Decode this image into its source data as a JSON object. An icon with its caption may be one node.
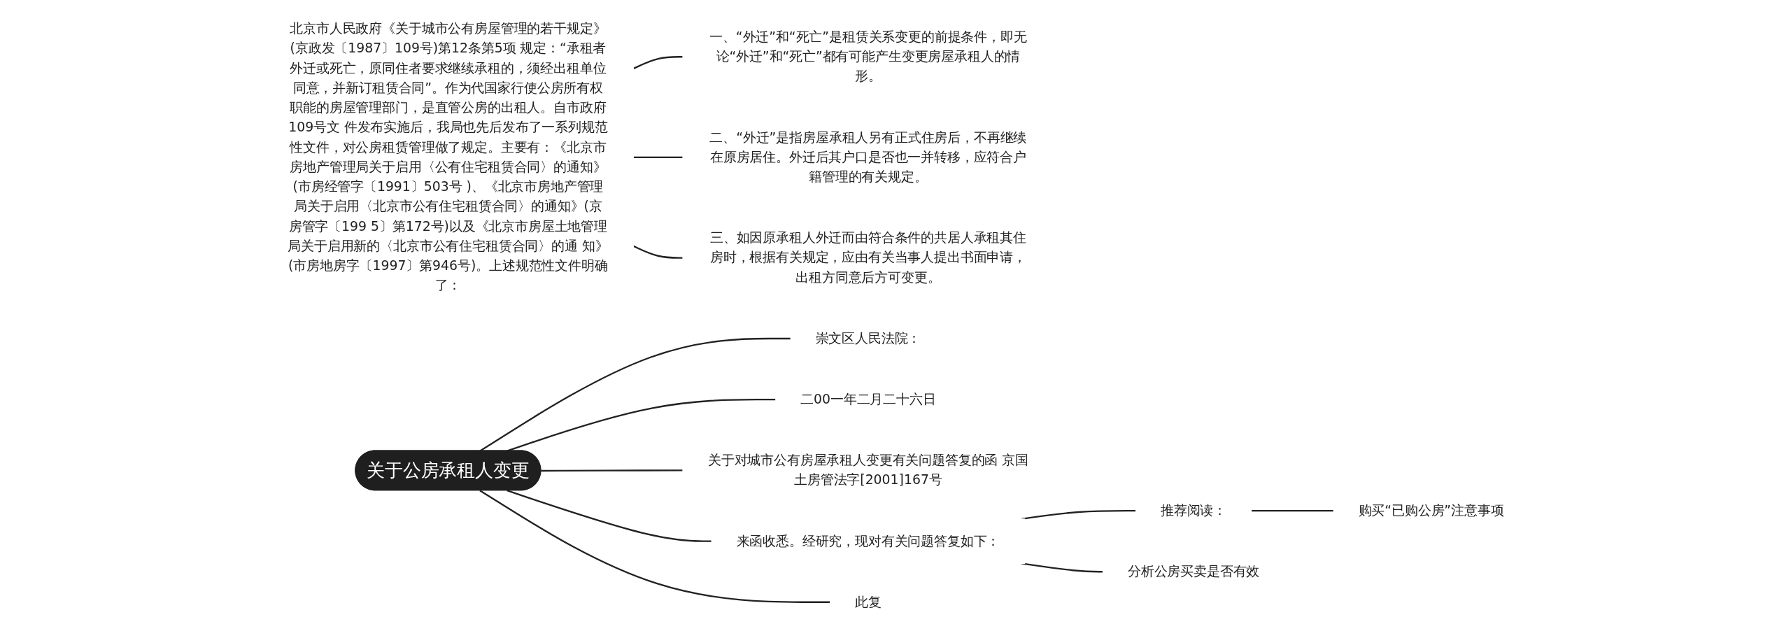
{
  "diagram": {
    "nodes": [
      {
        "text": [
          "关于公房承租人变更"
        ]
      },
      {
        "text": [
          "崇文区人民法院："
        ]
      },
      {
        "text": [
          "北京市人民政府《关于城市公有房屋管理的若干规定》(京政发〔1987〕109号)第12条第5项 规定：“承租者外迁或死亡，原同住者要求继续承租的，须经出租单位同意，并新订租赁合同”。作为代国家行使公房所有权职能的房屋管理部门，是直管公房的出租人。自市政府109号文 件发布实施后，我局也先后发布了一系列规范性文件，对公房租赁管理做了规定。主要有：《北京市房地产管理局关于启用〈公有住宅租赁合同〉的通知》(市房经管字〔1991〕503号 )、《北京市房地产管理局关于启用〈北京市公有住宅租赁合同〉的通知》(京房管字〔199 5〕第172号)以及《北京市房屋土地管理局关于启用新的〈北京市公有住宅租赁合同〉的通 知》(市房地房字〔1997〕第946号)。上述规范性文件明确了："
        ]
      },
      {
        "text": [
          "一、“外迁”和“死亡”是租赁关系变更的前提条件，即无论“外迁”和“死亡”都有可能产生变更房屋承租人的情形。"
        ]
      },
      {
        "text": [
          "二、“外迁”是指房屋承租人另有正式住房后，不再继续在原房居住。外迁后其户口是否也一并转移，应符合户籍管理的有关规定。"
        ]
      },
      {
        "text": [
          "三、如因原承租人外迁而由符合条件的共居人承租其住房时，根据有关规定，应由有关当事人提出书面申请，出租方同意后方可变更。"
        ]
      },
      {
        "text": [
          "二00一年二月二十六日"
        ]
      },
      {
        "text": [
          "关于对城市公有房屋承租人变更有关问题答复的函 京国土房管法字[2001]167号"
        ]
      },
      {
        "text": [
          "来函收悉。经研究，现对有关问题答复如下："
        ]
      },
      {
        "text": [
          "推荐阅读："
        ]
      },
      {
        "text": [
          "购买“已购公房”注意事项"
        ]
      },
      {
        "text": [
          "分析公房买卖是否有效"
        ]
      },
      {
        "text": [
          "此复"
        ]
      }
    ],
    "edges": [
      {
        "from": 0,
        "to": 1,
        "arrow": "none"
      },
      {
        "from": 0,
        "to": 6,
        "arrow": "none"
      },
      {
        "from": 2,
        "to": 3,
        "arrow": "none"
      },
      {
        "from": 2,
        "to": 4,
        "arrow": "none"
      },
      {
        "from": 2,
        "to": 5,
        "arrow": "none"
      },
      {
        "from": 0,
        "to": 7,
        "arrow": "none"
      },
      {
        "from": 0,
        "to": 8,
        "arrow": "none"
      },
      {
        "from": 0,
        "to": 12,
        "arrow": "none"
      },
      {
        "from": 8,
        "to": 9,
        "arrow": "none"
      },
      {
        "from": 8,
        "to": 11,
        "arrow": "none"
      },
      {
        "from": 9,
        "to": 10,
        "arrow": "none"
      }
    ]
  }
}
